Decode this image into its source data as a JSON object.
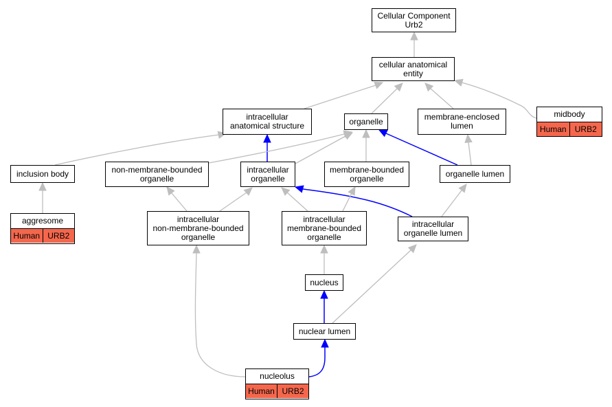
{
  "nodes": {
    "root": "Cellular Component\nUrb2",
    "cae": "cellular anatomical\nentity",
    "ias": "intracellular\nanatomical structure",
    "organelle": "organelle",
    "mel": "membrane-enclosed\nlumen",
    "inclusion": "inclusion body",
    "nmbo": "non-membrane-bounded\norganelle",
    "io": "intracellular\norganelle",
    "mbo": "membrane-bounded\norganelle",
    "ol": "organelle lumen",
    "inmbo": "intracellular\nnon-membrane-bounded\norganelle",
    "imbo": "intracellular\nmembrane-bounded\norganelle",
    "iol": "intracellular\norganelle lumen",
    "nucleus": "nucleus",
    "nl": "nuclear lumen"
  },
  "annotated_nodes": {
    "midbody": {
      "name": "midbody",
      "species": "Human",
      "gene": "URB2"
    },
    "aggresome": {
      "name": "aggresome",
      "species": "Human",
      "gene": "URB2"
    },
    "nucleolus": {
      "name": "nucleolus",
      "species": "Human",
      "gene": "URB2"
    }
  },
  "colors": {
    "edge_default": "#bebebe",
    "edge_highlight": "#0000ff",
    "annotation_fill": "#f4674d"
  },
  "edges": [
    {
      "from": "cae",
      "to": "root",
      "style": "gray"
    },
    {
      "from": "ias",
      "to": "cae",
      "style": "gray"
    },
    {
      "from": "organelle",
      "to": "cae",
      "style": "gray"
    },
    {
      "from": "mel",
      "to": "cae",
      "style": "gray"
    },
    {
      "from": "midbody",
      "to": "cae",
      "style": "gray"
    },
    {
      "from": "inclusion",
      "to": "ias",
      "style": "gray"
    },
    {
      "from": "io",
      "to": "ias",
      "style": "blue"
    },
    {
      "from": "nmbo",
      "to": "organelle",
      "style": "gray"
    },
    {
      "from": "io",
      "to": "organelle",
      "style": "gray"
    },
    {
      "from": "mbo",
      "to": "organelle",
      "style": "gray"
    },
    {
      "from": "ol",
      "to": "organelle",
      "style": "blue"
    },
    {
      "from": "ol",
      "to": "mel",
      "style": "gray"
    },
    {
      "from": "aggresome",
      "to": "inclusion",
      "style": "gray"
    },
    {
      "from": "inmbo",
      "to": "nmbo",
      "style": "gray"
    },
    {
      "from": "inmbo",
      "to": "io",
      "style": "gray"
    },
    {
      "from": "imbo",
      "to": "io",
      "style": "gray"
    },
    {
      "from": "iol",
      "to": "io",
      "style": "blue"
    },
    {
      "from": "imbo",
      "to": "mbo",
      "style": "gray"
    },
    {
      "from": "iol",
      "to": "ol",
      "style": "gray"
    },
    {
      "from": "nucleus",
      "to": "imbo",
      "style": "gray"
    },
    {
      "from": "nl",
      "to": "nucleus",
      "style": "blue"
    },
    {
      "from": "nl",
      "to": "iol",
      "style": "gray"
    },
    {
      "from": "nucleolus",
      "to": "inmbo",
      "style": "gray"
    },
    {
      "from": "nucleolus",
      "to": "nl",
      "style": "blue"
    }
  ]
}
